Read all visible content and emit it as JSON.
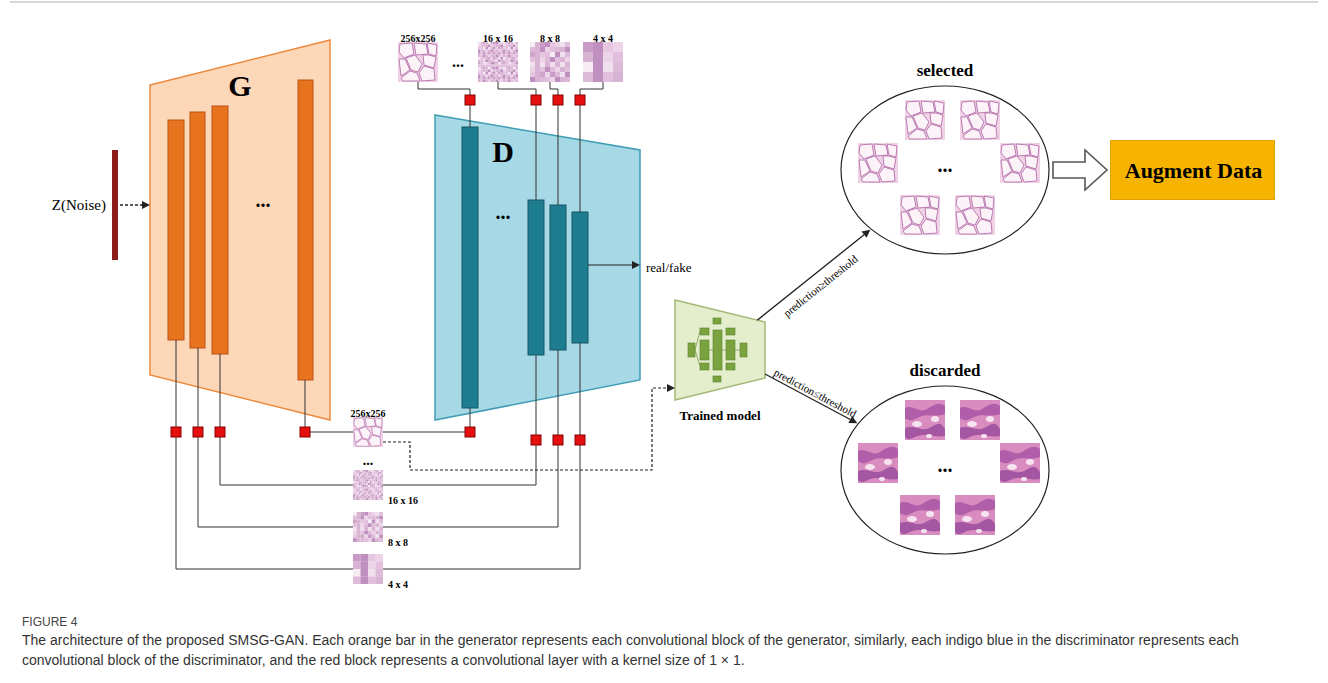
{
  "diagram": {
    "caption": "The architecture of the proposed SMSG-GAN. Each orange bar in the generator represents each convolutional block of the generator, similarly, each indigo blue in the discriminator represents each convolutional block of the discriminator, and the red block represents a convolutional layer with a kernel size of 1 × 1.",
    "nodes": [
      {
        "text": [
          "Z(Noise)"
        ]
      },
      {
        "text": [
          "G",
          "..."
        ]
      },
      {
        "text": [
          "D",
          "..."
        ]
      },
      {
        "text": [
          "Trained model"
        ]
      },
      {
        "text": [
          "selected",
          "..."
        ]
      },
      {
        "text": [
          "discarded",
          "..."
        ]
      },
      {
        "text": [
          "Augment Data"
        ]
      }
    ],
    "edges": [
      {
        "from": 0,
        "to": 1,
        "arrow": "to"
      },
      {
        "from": 3,
        "to": 4,
        "label": "prediction≥threshold",
        "arrow": "to"
      },
      {
        "from": 3,
        "to": 5,
        "label": "prediction≤threshold",
        "arrow": "to"
      },
      {
        "from": 4,
        "to": 6,
        "arrow": "to"
      }
    ],
    "labels": [
      "256x256",
      "...",
      "16 x 16",
      "8 x 8",
      "4 x 4",
      "real/fake",
      "256x256",
      "...",
      "16 x 16",
      "8 x 8",
      "4 x 4",
      "FIGURE 4"
    ]
  }
}
